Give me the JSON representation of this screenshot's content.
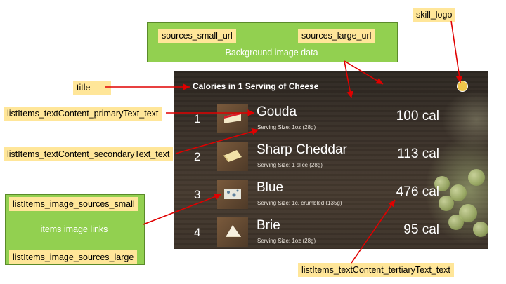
{
  "screen": {
    "title": "Calories in 1 Serving of Cheese",
    "logo_icon": "cheese-logo-icon",
    "list_items": [
      {
        "index": "1",
        "primary": "Gouda",
        "secondary": "Serving Size: 1oz (28g)",
        "tertiary": "100 cal",
        "image_icon": "gouda-cheese-icon"
      },
      {
        "index": "2",
        "primary": "Sharp Cheddar",
        "secondary": "Serving Size: 1 slice (28g)",
        "tertiary": "113 cal",
        "image_icon": "cheddar-cheese-icon"
      },
      {
        "index": "3",
        "primary": "Blue",
        "secondary": "Serving Size: 1c, crumbled (135g)",
        "tertiary": "476 cal",
        "image_icon": "blue-cheese-icon"
      },
      {
        "index": "4",
        "primary": "Brie",
        "secondary": "Serving Size: 1oz (28g)",
        "tertiary": "95 cal",
        "image_icon": "brie-cheese-icon"
      }
    ]
  },
  "annotations": {
    "sources_small_url": "sources_small_url",
    "sources_large_url": "sources_large_url",
    "background_caption": "Background image data",
    "skill_logo": "skill_logo",
    "title": "title",
    "primary_text": "listItems_textContent_primaryText_text",
    "secondary_text": "listItems_textContent_secondaryText_text",
    "image_sources_small": "listItems_image_sources_small",
    "items_image_caption": "items image links",
    "image_sources_large": "listItems_image_sources_large",
    "tertiary_text": "listItems_textContent_tertiaryText_text"
  },
  "colors": {
    "annotation_fill": "#ffe699",
    "green_box": "#92d050",
    "arrow": "#e00000"
  }
}
